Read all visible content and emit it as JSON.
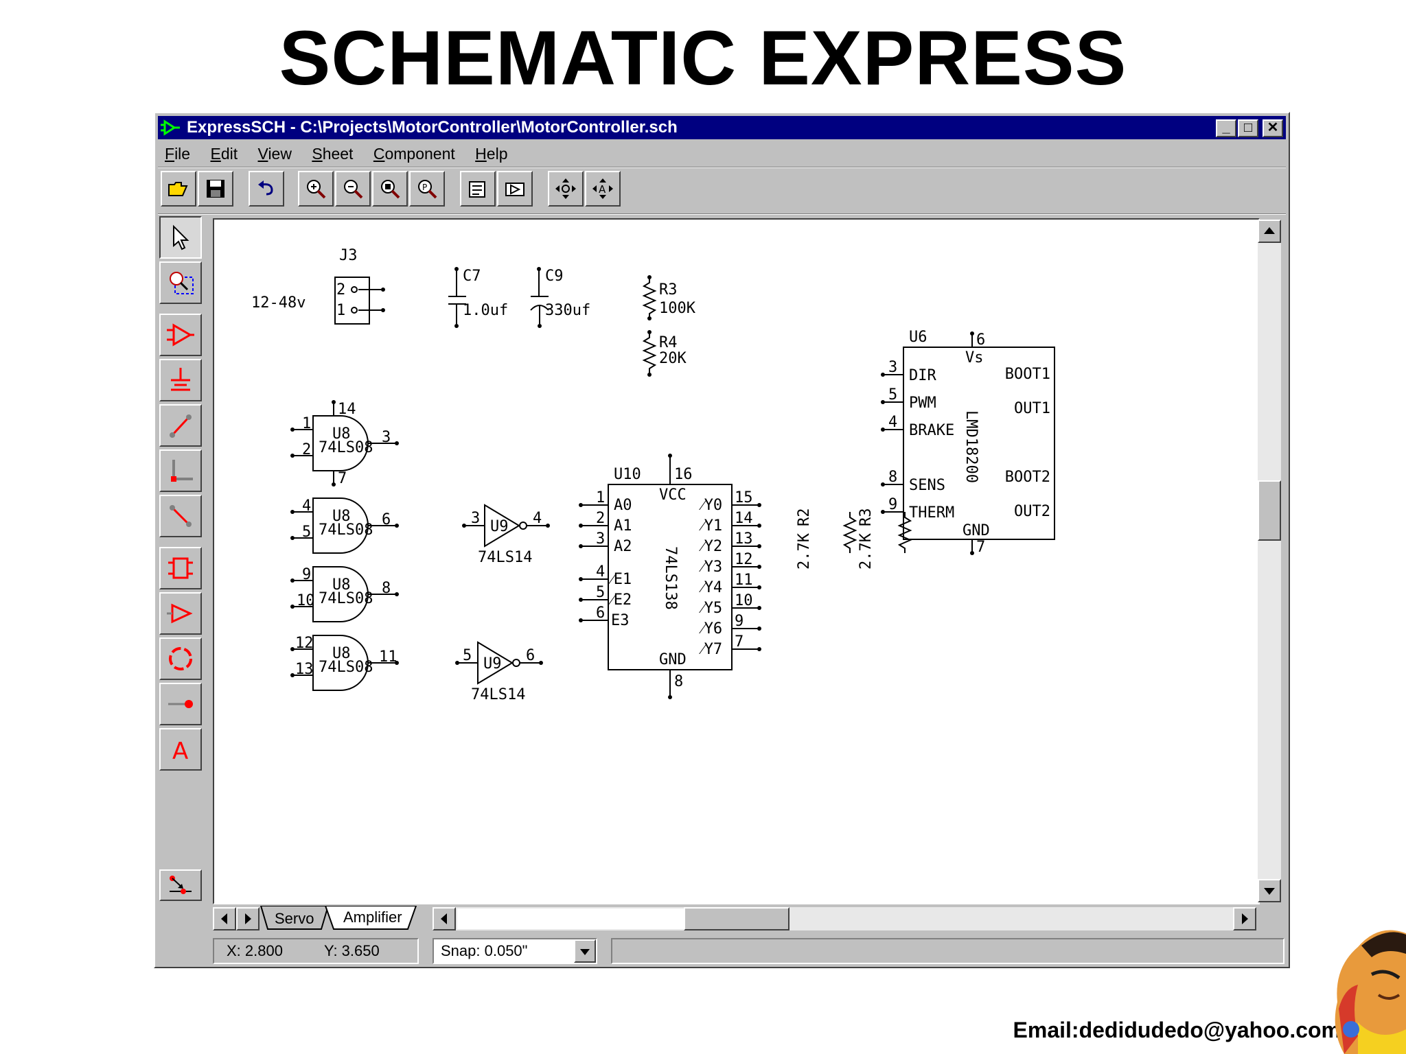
{
  "slide": {
    "title": "SCHEMATIC EXPRESS",
    "email": "Email:dedidudedo@yahoo.com"
  },
  "window": {
    "title": "ExpressSCH - C:\\Projects\\MotorController\\MotorController.sch",
    "controls": [
      "_",
      "□",
      "✕"
    ]
  },
  "menu": [
    "File",
    "Edit",
    "View",
    "Sheet",
    "Component",
    "Help"
  ],
  "toolbar": [
    "open-icon",
    "save-icon",
    "undo-icon",
    "zoom-in-icon",
    "zoom-out-icon",
    "zoom-fit-icon",
    "zoom-page-icon",
    "properties-icon",
    "part-edit-icon",
    "pan-icon",
    "autopan-icon"
  ],
  "palette": [
    "select-arrow-icon",
    "zoom-window-icon",
    "component-icon",
    "ground-icon",
    "wire-icon",
    "bus-icon",
    "bus-entry-icon",
    "ic-icon",
    "buffer-icon",
    "circle-icon",
    "pin-icon",
    "text-icon"
  ],
  "tabs": [
    "Servo",
    "Amplifier"
  ],
  "status": {
    "x": "X: 2.800",
    "y": "Y: 3.650",
    "snap": "Snap:  0.050\""
  },
  "schematic": {
    "j3": {
      "ref": "J3",
      "pin2": "2",
      "pin1": "1",
      "voltage": "12-48v"
    },
    "c7": {
      "ref": "C7",
      "value": "1.0uf"
    },
    "c9": {
      "ref": "C9",
      "value": "330uf"
    },
    "r3top": {
      "ref": "R3",
      "value": "100K"
    },
    "r4": {
      "ref": "R4",
      "value": "20K"
    },
    "u8a": {
      "ref": "U8",
      "part": "74LS08",
      "in1": "1",
      "in2": "2",
      "out": "3",
      "vcc": "14",
      "gnd": "7"
    },
    "u8b": {
      "ref": "U8",
      "part": "74LS08",
      "in1": "4",
      "in2": "5",
      "out": "6"
    },
    "u8c": {
      "ref": "U8",
      "part": "74LS08",
      "in1": "9",
      "in2": "10",
      "out": "8"
    },
    "u8d": {
      "ref": "U8",
      "part": "74LS08",
      "in1": "12",
      "in2": "13",
      "out": "11"
    },
    "u9a": {
      "ref": "U9",
      "part": "74LS14",
      "in": "3",
      "out": "4"
    },
    "u9b": {
      "ref": "U9",
      "part": "74LS14",
      "in": "5",
      "out": "6"
    },
    "u10": {
      "ref": "U10",
      "part": "74LS138",
      "vcc": "VCC",
      "vcc_pin": "16",
      "gnd": "GND",
      "gnd_pin": "8",
      "inputs": [
        {
          "pin": "1",
          "name": "A0"
        },
        {
          "pin": "2",
          "name": "A1"
        },
        {
          "pin": "3",
          "name": "A2"
        },
        {
          "pin": "4",
          "name": "E1"
        },
        {
          "pin": "5",
          "name": "E2"
        },
        {
          "pin": "6",
          "name": "E3"
        }
      ],
      "outputs": [
        {
          "pin": "15",
          "name": "Y0"
        },
        {
          "pin": "14",
          "name": "Y1"
        },
        {
          "pin": "13",
          "name": "Y2"
        },
        {
          "pin": "12",
          "name": "Y3"
        },
        {
          "pin": "11",
          "name": "Y4"
        },
        {
          "pin": "10",
          "name": "Y5"
        },
        {
          "pin": "9",
          "name": "Y6"
        },
        {
          "pin": "7",
          "name": "Y7"
        }
      ]
    },
    "r2b": {
      "ref": "R2",
      "value": "2.7K"
    },
    "r3b": {
      "ref": "R3",
      "value": "2.7K"
    },
    "u6": {
      "ref": "U6",
      "part": "LMD18200",
      "vs": "Vs",
      "vs_pin": "6",
      "gnd": "GND",
      "gnd_pin": "7",
      "left": [
        {
          "pin": "3",
          "name": "DIR"
        },
        {
          "pin": "5",
          "name": "PWM"
        },
        {
          "pin": "4",
          "name": "BRAKE"
        },
        {
          "pin": "8",
          "name": "SENS"
        },
        {
          "pin": "9",
          "name": "THERM"
        }
      ],
      "right": [
        "BOOT1",
        "OUT1",
        "BOOT2",
        "OUT2"
      ]
    }
  }
}
